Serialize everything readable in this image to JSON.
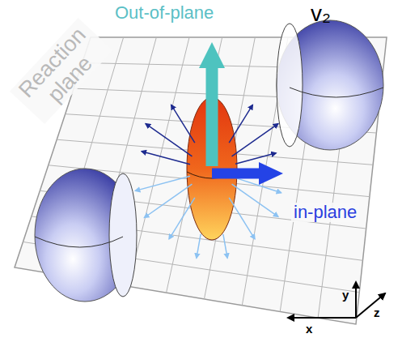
{
  "diagram": {
    "labels": [
      "Out-of-plane",
      "v₂",
      "Reaction plane",
      "in-plane",
      "y",
      "z",
      "x"
    ]
  }
}
